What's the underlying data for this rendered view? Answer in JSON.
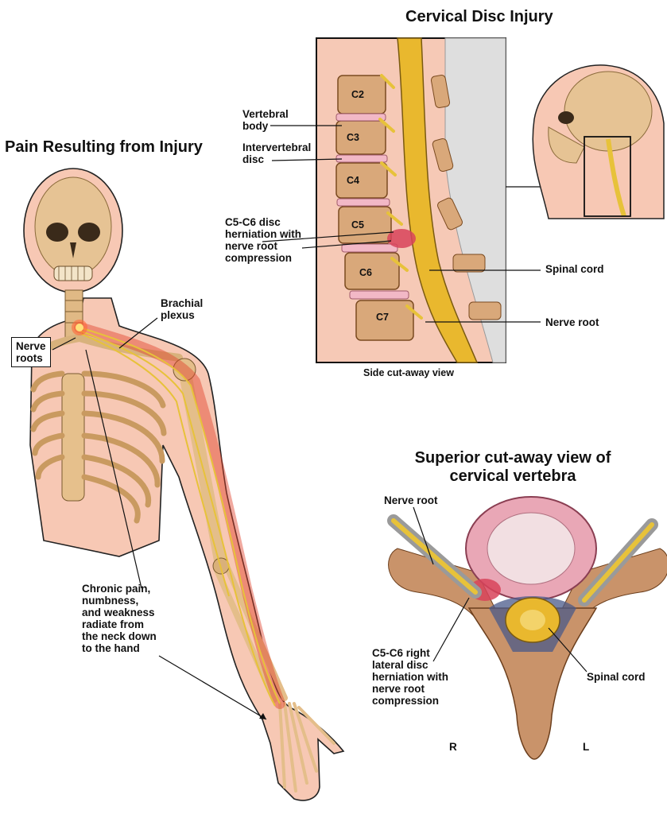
{
  "titles": {
    "left": "Pain Resulting from Injury",
    "top_right": "Cervical Disc Injury",
    "bottom_right": "Superior cut-away view of\ncervical vertebra"
  },
  "side_view": {
    "caption": "Side cut-away view",
    "vertebrae": [
      "C2",
      "C3",
      "C4",
      "C5",
      "C6",
      "C7"
    ],
    "labels": {
      "vertebral_body": "Vertebral\nbody",
      "intervertebral_disc": "Intervertebral\ndisc",
      "herniation": "C5-C6 disc\nherniation with\nnerve root\ncompression",
      "spinal_cord": "Spinal cord",
      "nerve_root": "Nerve root"
    }
  },
  "body_view": {
    "labels": {
      "brachial_plexus": "Brachial\nplexus",
      "nerve_roots": "Nerve\nroots",
      "chronic_pain": "Chronic pain,\nnumbness,\nand weakness\nradiate from\nthe neck down\nto the hand"
    }
  },
  "superior_view": {
    "labels": {
      "nerve_root": "Nerve root",
      "herniation": "C5-C6 right\nlateral disc\nherniation with\nnerve root\ncompression",
      "spinal_cord": "Spinal cord",
      "right": "R",
      "left": "L"
    }
  },
  "colors": {
    "skin": "#f6c9b3",
    "bone": "#e9c79a",
    "bone_dark": "#b98a52",
    "nerve": "#e7c23a",
    "pain": "#e0412b",
    "disc": "#f2b8c6"
  }
}
